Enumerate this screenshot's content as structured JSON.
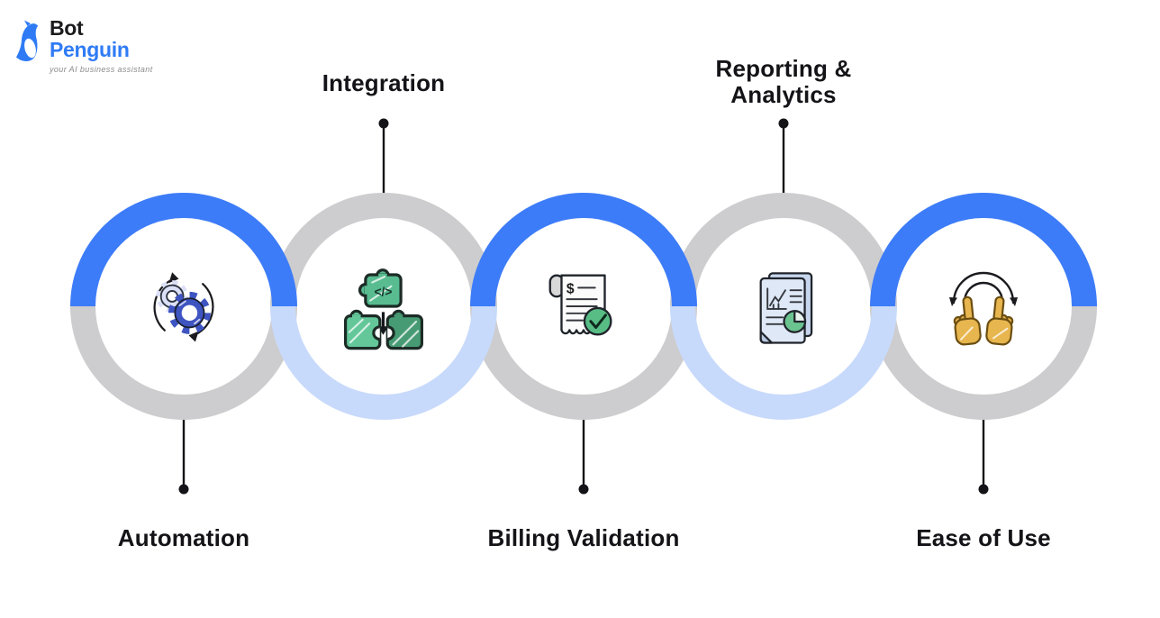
{
  "logo": {
    "bot": "Bot",
    "penguin": "Penguin",
    "tagline": "your AI business assistant"
  },
  "colors": {
    "blue": "#3D7CF8",
    "light_blue": "#C8DAFB",
    "gray": "#CDCDCF",
    "ink": "#141418",
    "logo_blue": "#2F7BF5",
    "icon_indigo": "#3E54C1",
    "icon_indigo_light": "#DCE0F6",
    "icon_green": "#58BC90",
    "icon_green_light": "#63C79A",
    "icon_green_dark": "#479B74",
    "icon_doc_blue": "#DEE8F6",
    "icon_check_green": "#57BD85",
    "icon_hand_gold": "#E8B64F"
  },
  "glyphs": {
    "code": "</>",
    "dollar": "$"
  },
  "chain": {
    "items": [
      {
        "label": "Automation",
        "label_position": "bottom",
        "icon": "automation-sync-gears",
        "top_half": "blue",
        "bottom_half": "gray"
      },
      {
        "label": "Integration",
        "label_position": "top",
        "icon": "integration-puzzle",
        "top_half": "gray",
        "bottom_half": "light_blue"
      },
      {
        "label": "Billing Validation",
        "label_position": "bottom",
        "icon": "billing-receipt-check",
        "top_half": "blue",
        "bottom_half": "gray"
      },
      {
        "label": "Reporting & Analytics",
        "label_position": "top",
        "icon": "reporting-analytics-document",
        "top_half": "gray",
        "bottom_half": "light_blue"
      },
      {
        "label": "Ease of Use",
        "label_position": "bottom",
        "icon": "ease-of-use-touch-hands",
        "top_half": "blue",
        "bottom_half": "gray"
      }
    ]
  }
}
